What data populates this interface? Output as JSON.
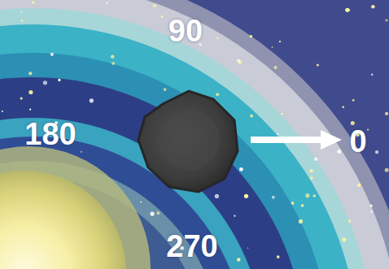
{
  "diagram": {
    "labels": [
      "90",
      "180",
      "270",
      "0"
    ]
  }
}
